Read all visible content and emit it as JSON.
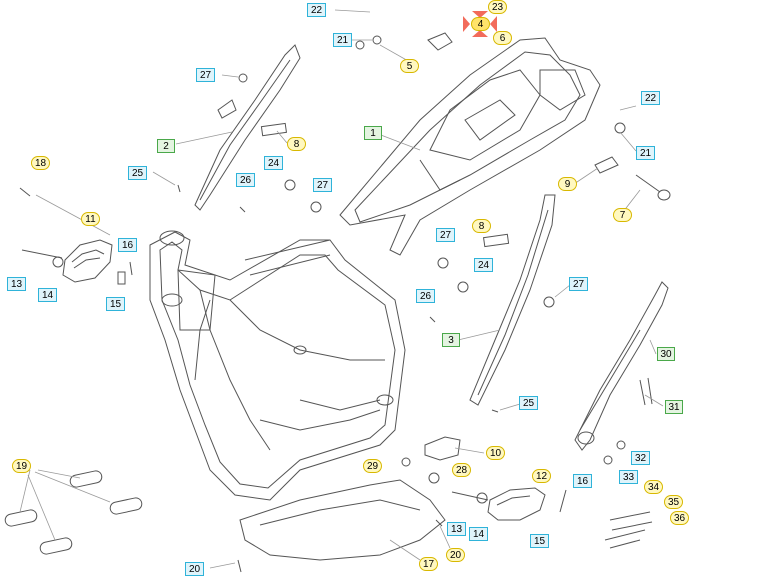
{
  "colors": {
    "line": "#555555",
    "leader": "#9a9a9a",
    "cyan_border": "#2fb3d9",
    "green_border": "#4aa84a",
    "yellow_border": "#d8b800",
    "marker": "#f26b5b"
  },
  "callouts": [
    {
      "id": "22a",
      "text": "22",
      "style": "cyan"
    },
    {
      "id": "23",
      "text": "23",
      "style": "yellow"
    },
    {
      "id": "4",
      "text": "4",
      "style": "yellow",
      "active": true
    },
    {
      "id": "21a",
      "text": "21",
      "style": "cyan"
    },
    {
      "id": "6",
      "text": "6",
      "style": "yellow"
    },
    {
      "id": "5",
      "text": "5",
      "style": "yellow"
    },
    {
      "id": "27a",
      "text": "27",
      "style": "cyan"
    },
    {
      "id": "22b",
      "text": "22",
      "style": "cyan"
    },
    {
      "id": "1",
      "text": "1",
      "style": "green"
    },
    {
      "id": "8a",
      "text": "8",
      "style": "yellow"
    },
    {
      "id": "2",
      "text": "2",
      "style": "green"
    },
    {
      "id": "21b",
      "text": "21",
      "style": "cyan"
    },
    {
      "id": "18",
      "text": "18",
      "style": "yellow"
    },
    {
      "id": "24a",
      "text": "24",
      "style": "cyan"
    },
    {
      "id": "25a",
      "text": "25",
      "style": "cyan"
    },
    {
      "id": "26a",
      "text": "26",
      "style": "cyan"
    },
    {
      "id": "27b",
      "text": "27",
      "style": "cyan"
    },
    {
      "id": "9",
      "text": "9",
      "style": "yellow"
    },
    {
      "id": "7",
      "text": "7",
      "style": "yellow"
    },
    {
      "id": "11",
      "text": "11",
      "style": "yellow"
    },
    {
      "id": "8b",
      "text": "8",
      "style": "yellow"
    },
    {
      "id": "27c",
      "text": "27",
      "style": "cyan"
    },
    {
      "id": "16a",
      "text": "16",
      "style": "cyan"
    },
    {
      "id": "24b",
      "text": "24",
      "style": "cyan"
    },
    {
      "id": "13a",
      "text": "13",
      "style": "cyan"
    },
    {
      "id": "14a",
      "text": "14",
      "style": "cyan"
    },
    {
      "id": "15a",
      "text": "15",
      "style": "cyan"
    },
    {
      "id": "27d",
      "text": "27",
      "style": "cyan"
    },
    {
      "id": "26b",
      "text": "26",
      "style": "cyan"
    },
    {
      "id": "3",
      "text": "3",
      "style": "green"
    },
    {
      "id": "30",
      "text": "30",
      "style": "green"
    },
    {
      "id": "25b",
      "text": "25",
      "style": "cyan"
    },
    {
      "id": "31",
      "text": "31",
      "style": "green"
    },
    {
      "id": "10",
      "text": "10",
      "style": "yellow"
    },
    {
      "id": "32",
      "text": "32",
      "style": "cyan"
    },
    {
      "id": "19",
      "text": "19",
      "style": "yellow"
    },
    {
      "id": "29",
      "text": "29",
      "style": "yellow"
    },
    {
      "id": "28",
      "text": "28",
      "style": "yellow"
    },
    {
      "id": "33",
      "text": "33",
      "style": "cyan"
    },
    {
      "id": "12",
      "text": "12",
      "style": "yellow"
    },
    {
      "id": "16b",
      "text": "16",
      "style": "cyan"
    },
    {
      "id": "34",
      "text": "34",
      "style": "yellow"
    },
    {
      "id": "35",
      "text": "35",
      "style": "yellow"
    },
    {
      "id": "36",
      "text": "36",
      "style": "yellow"
    },
    {
      "id": "13b",
      "text": "13",
      "style": "cyan"
    },
    {
      "id": "14b",
      "text": "14",
      "style": "cyan"
    },
    {
      "id": "20a",
      "text": "20",
      "style": "yellow"
    },
    {
      "id": "15b",
      "text": "15",
      "style": "cyan"
    },
    {
      "id": "17",
      "text": "17",
      "style": "yellow"
    },
    {
      "id": "20b",
      "text": "20",
      "style": "cyan"
    }
  ]
}
